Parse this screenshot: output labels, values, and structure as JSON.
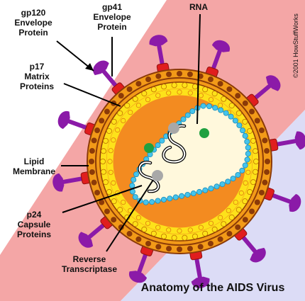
{
  "title": "Anatomy of the AIDS Virus",
  "copyright": "©2001 HowStuffWorks",
  "labels": {
    "gp120": [
      "gp120",
      "Envelope",
      "Protein"
    ],
    "gp41": [
      "gp41",
      "Envelope",
      "Protein"
    ],
    "rna": [
      "RNA"
    ],
    "p17": [
      "p17",
      "Matrix",
      "Proteins"
    ],
    "lipid": [
      "Lipid",
      "Membrane"
    ],
    "p24": [
      "p24",
      "Capsule",
      "Proteins"
    ],
    "rt": [
      "Reverse",
      "Transcriptase"
    ]
  },
  "colors": {
    "background_red": "#f4a6a6",
    "background_blue": "#dcdcf6",
    "lipid_outer": "#f29a18",
    "lipid_brown": "#8b3a08",
    "matrix_yellow": "#fde21a",
    "interior_orange": "#f38b20",
    "capsule_cyan": "#45c4ec",
    "capsule_fill": "#fff8dc",
    "gp120_purple": "#8b1aa8",
    "gp41_red": "#e01e1e",
    "rt_gray": "#a8a8a8",
    "green_dot": "#20a040",
    "text": "#111111"
  }
}
